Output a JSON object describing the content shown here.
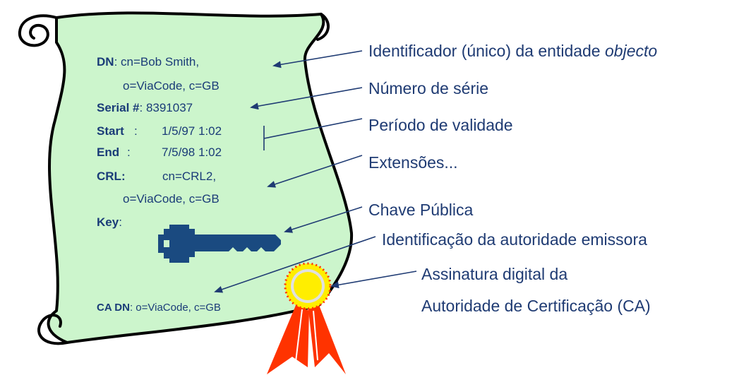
{
  "certificate": {
    "dn_label": "DN",
    "dn_line1": ": cn=Bob Smith,",
    "dn_line2": "o=ViaCode, c=GB",
    "serial_label": "Serial #",
    "serial_value": ": 8391037",
    "start_label": "Start",
    "start_value": ":     1/5/97 1:02",
    "end_label": "End",
    "end_value": ":     7/5/98 1:02",
    "crl_label": "CRL:",
    "crl_line1": "cn=CRL2,",
    "crl_line2": "o=ViaCode, c=GB",
    "key_label": "Key",
    "key_colon": ":",
    "ca_dn_label": "CA DN",
    "ca_dn_value": ": o=ViaCode, c=GB"
  },
  "annotations": {
    "identifier_prefix": "Identificador (único) da entidade ",
    "identifier_italic": "objecto",
    "serial_number": "Número de série",
    "validity_period": "Período de validade",
    "extensions": "Extensões...",
    "public_key": "Chave Pública",
    "issuer_id": "Identificação da autoridade emissora",
    "signature_line1": "Assinatura digital da",
    "signature_line2": "Autoridade de Certificação (CA)"
  },
  "colors": {
    "scroll_fill": "#ccf5cc",
    "text_blue": "#1a3c78",
    "key_blue": "#1a4a80",
    "seal_yellow": "#ffee00",
    "ribbon_red": "#ff3300"
  }
}
